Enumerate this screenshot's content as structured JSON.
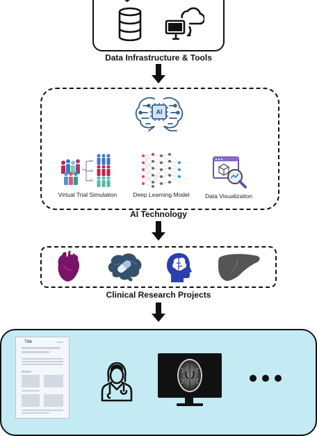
{
  "sections": {
    "infrastructure": {
      "label": "Data Infrastructure & Tools"
    },
    "ai_technology": {
      "label": "AI Technology",
      "chip_text": "AI",
      "items": [
        {
          "label": "Virtual Trial Simulation",
          "icon": "population-groups-icon"
        },
        {
          "label": "Deep Learning Model",
          "icon": "neural-network-icon"
        },
        {
          "label": "Data Visualization",
          "icon": "data-visualization-icon"
        }
      ]
    },
    "clinical": {
      "label": "Clinical Research Projects",
      "items": [
        {
          "icon": "heart-icon",
          "color": "#7a1468"
        },
        {
          "icon": "brain-drug-icon",
          "color": "#34506b"
        },
        {
          "icon": "head-brain-icon",
          "color": "#2c3fae"
        },
        {
          "icon": "liver-icon",
          "color": "#555555"
        }
      ]
    },
    "outputs": {
      "paper_title": "Title",
      "background_color": "#c4ebf4",
      "icons": [
        "document-icon",
        "doctor-icon",
        "brain-mri-monitor-icon",
        "ellipsis-icon"
      ]
    }
  }
}
